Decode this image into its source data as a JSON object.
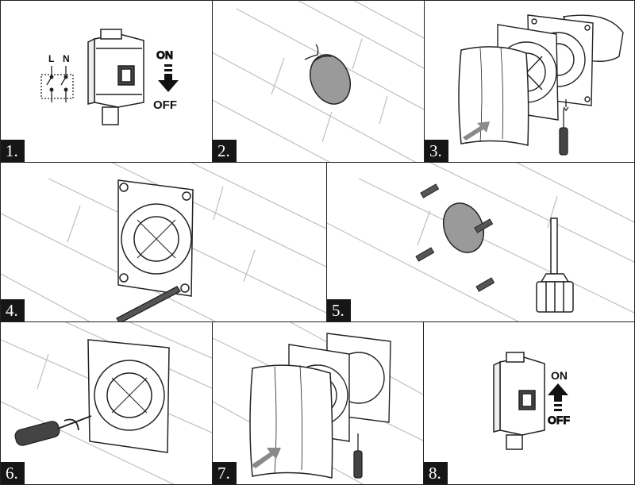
{
  "steps": [
    {
      "number": "1."
    },
    {
      "number": "2."
    },
    {
      "number": "3."
    },
    {
      "number": "4."
    },
    {
      "number": "5."
    },
    {
      "number": "6."
    },
    {
      "number": "7."
    },
    {
      "number": "8."
    }
  ],
  "switch_labels": {
    "on": "ON",
    "off": "OFF",
    "live": "L",
    "neutral": "N"
  },
  "colors": {
    "line": "#222222",
    "duct": "#9a9a9a",
    "arrow": "#8a8a8a",
    "brick": "#bfbfbf",
    "label_bg": "#161616"
  }
}
